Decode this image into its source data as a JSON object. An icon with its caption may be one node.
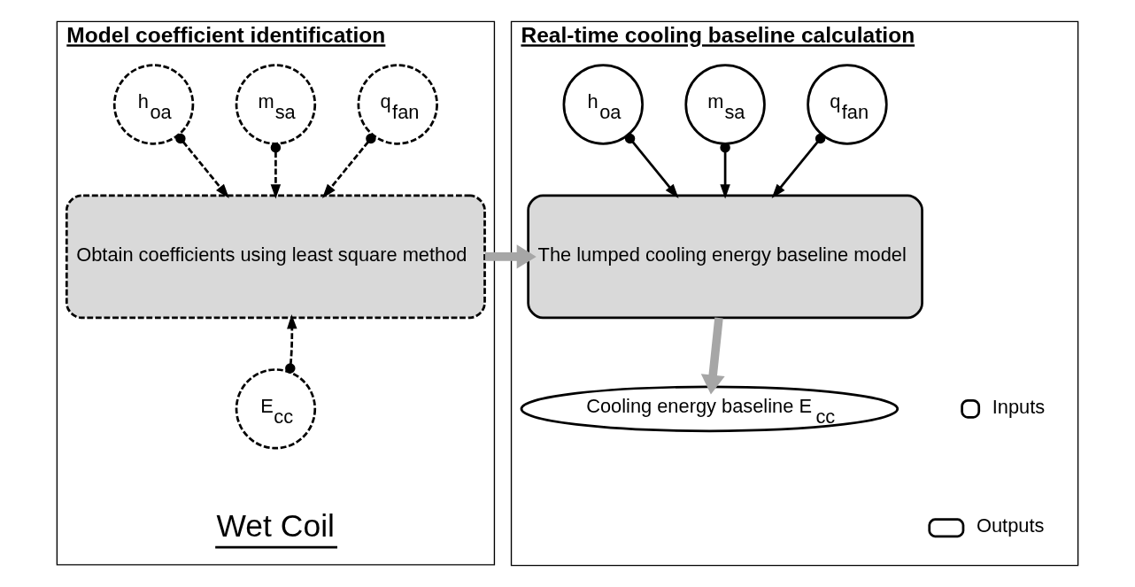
{
  "diagram": {
    "nodes": [
      {
        "text": [
          "Model coefficient identification"
        ]
      },
      {
        "text": [
          "h$_{oa}$"
        ],
        "in": 0
      },
      {
        "text": [
          "m$_{sa}$"
        ],
        "in": 0
      },
      {
        "text": [
          "q$_{fan}$"
        ],
        "in": 0
      },
      {
        "text": [
          "Obtain coefficients using least square method"
        ],
        "in": 0
      },
      {
        "text": [
          "E$_{cc}$"
        ],
        "in": 0
      },
      {
        "text": [
          "Real-time cooling baseline calculation"
        ]
      },
      {
        "text": [
          "h$_{oa}$"
        ],
        "in": 6
      },
      {
        "text": [
          "m$_{sa}$"
        ],
        "in": 6
      },
      {
        "text": [
          "q$_{fan}$"
        ],
        "in": 6
      },
      {
        "text": [
          "The lumped cooling energy baseline model"
        ],
        "in": 6
      },
      {
        "text": [
          "Cooling energy baseline E$_{cc}$"
        ],
        "in": 6
      }
    ],
    "edges": [
      {
        "from": 1,
        "to": 4,
        "arrow": "to",
        "style": "dashed"
      },
      {
        "from": 2,
        "to": 4,
        "arrow": "to",
        "style": "dashed"
      },
      {
        "from": 3,
        "to": 4,
        "arrow": "to",
        "style": "dashed"
      },
      {
        "from": 5,
        "to": 4,
        "arrow": "to",
        "style": "dashed"
      },
      {
        "from": 4,
        "to": 10,
        "arrow": "to",
        "style": "thick",
        "color": "#a6a6a6"
      },
      {
        "from": 7,
        "to": 10,
        "arrow": "to"
      },
      {
        "from": 8,
        "to": 10,
        "arrow": "to"
      },
      {
        "from": 9,
        "to": 10,
        "arrow": "to"
      },
      {
        "from": 10,
        "to": 11,
        "arrow": "to",
        "style": "thick",
        "color": "#a6a6a6"
      }
    ],
    "labels": [
      "Wet Coil"
    ],
    "legend": [
      {
        "text": "Inputs"
      },
      {
        "text": "Outputs"
      }
    ]
  }
}
